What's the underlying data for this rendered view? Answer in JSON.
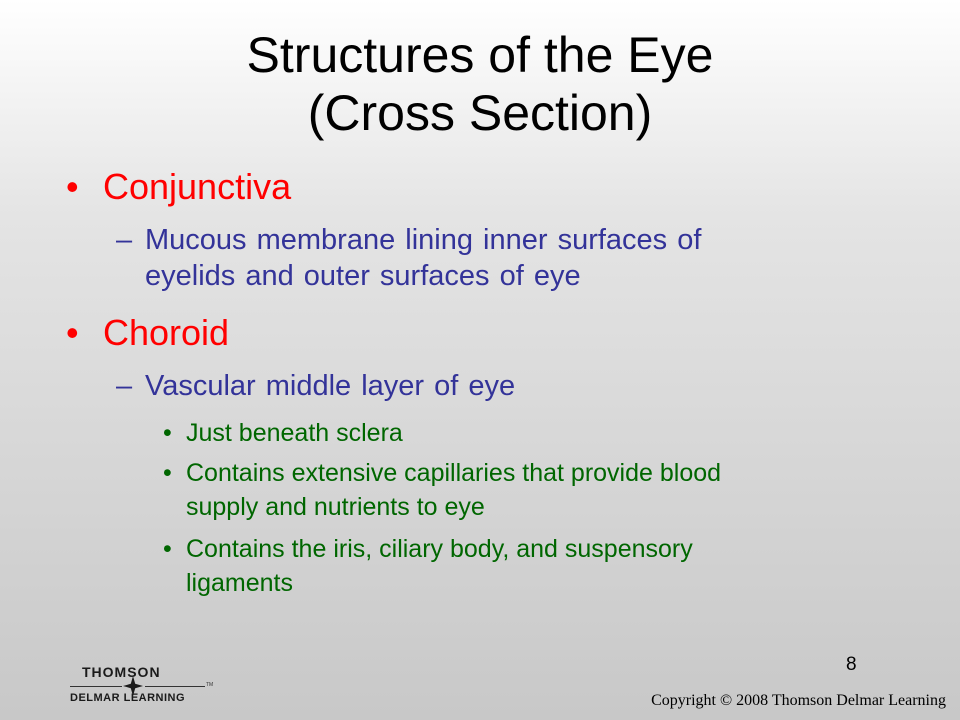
{
  "slide": {
    "title_line1": "Structures of the Eye",
    "title_line2": "(Cross Section)",
    "bullets": [
      {
        "marker": "•",
        "label": "Conjunctiva",
        "subs": [
          {
            "marker": "–",
            "line1": "Mucous membrane lining inner surfaces of",
            "line2": "eyelids and outer surfaces of eye"
          }
        ]
      },
      {
        "marker": "•",
        "label": "Choroid",
        "subs": [
          {
            "marker": "–",
            "line1": "Vascular middle layer of eye",
            "points": [
              {
                "marker": "•",
                "line1": "Just beneath sclera"
              },
              {
                "marker": "•",
                "line1": "Contains extensive capillaries that provide blood",
                "line2": "supply and nutrients to eye"
              },
              {
                "marker": "•",
                "line1": "Contains the iris, ciliary body, and suspensory",
                "line2": "ligaments"
              }
            ]
          }
        ]
      }
    ],
    "page_number": "8"
  },
  "footer": {
    "logo_top": "THOMSON",
    "logo_bottom": "DELMAR LEARNING",
    "logo_tm": "TM",
    "copyright": "Copyright © 2008 Thomson Delmar Learning"
  },
  "colors": {
    "title": "#000000",
    "level1": "#ff0000",
    "level2": "#333399",
    "level3": "#006600"
  },
  "icons": {
    "logo_mark": "four-point-star-icon"
  }
}
